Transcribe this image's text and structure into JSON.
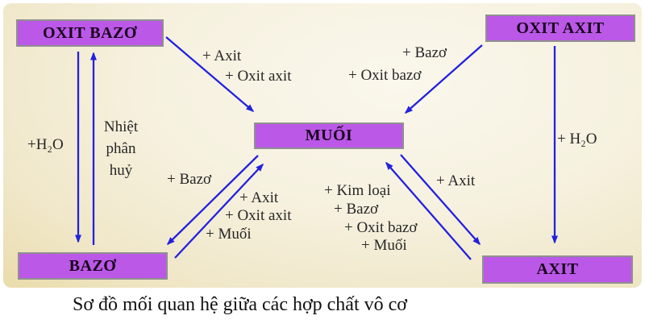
{
  "page": {
    "caption": "Sơ đồ mối quan hệ giữa các hợp chất vô cơ"
  },
  "diagram": {
    "title": "Sơ đồ mối quan hệ giữa các hợp chất vô cơ",
    "colors": {
      "box_fill": "#bb58e8",
      "box_border": "#909090",
      "arrow": "#2222dd",
      "panel_light": "#faf7ec",
      "panel_dark": "#e9dcab",
      "text": "#262626"
    },
    "nodes": [
      {
        "id": "oxit-bazo",
        "label": "OXIT BAZƠ"
      },
      {
        "id": "oxit-axit",
        "label": "OXIT AXIT"
      },
      {
        "id": "muoi",
        "label": "MUỐI"
      },
      {
        "id": "bazo",
        "label": "BAZƠ"
      },
      {
        "id": "axit",
        "label": "AXIT"
      }
    ],
    "edges": [
      {
        "from": "OXIT BAZƠ",
        "to": "MUỐI",
        "labels": [
          "+ Axit",
          "+ Oxit axit"
        ]
      },
      {
        "from": "OXIT AXIT",
        "to": "MUỐI",
        "labels": [
          "+ Bazơ",
          "+ Oxit bazơ"
        ]
      },
      {
        "from": "OXIT BAZƠ",
        "to": "BAZƠ",
        "labels": [
          "+H₂O"
        ]
      },
      {
        "from": "BAZƠ",
        "to": "OXIT BAZƠ",
        "labels": [
          "Nhiệt",
          "phân",
          "huỷ"
        ]
      },
      {
        "from": "OXIT AXIT",
        "to": "AXIT",
        "labels": [
          "+ H₂O"
        ]
      },
      {
        "from": "MUỐI",
        "to": "BAZƠ",
        "labels": [
          "+ Bazơ"
        ]
      },
      {
        "from": "BAZƠ",
        "to": "MUỐI",
        "labels": [
          "+ Axit",
          "+ Oxit axit",
          "+ Muối"
        ]
      },
      {
        "from": "MUỐI",
        "to": "AXIT",
        "labels": [
          "+ Axit"
        ]
      },
      {
        "from": "AXIT",
        "to": "MUỐI",
        "labels": [
          "+ Kim loại",
          "+ Bazơ",
          "+ Oxit bazơ",
          "+ Muối"
        ]
      }
    ]
  }
}
